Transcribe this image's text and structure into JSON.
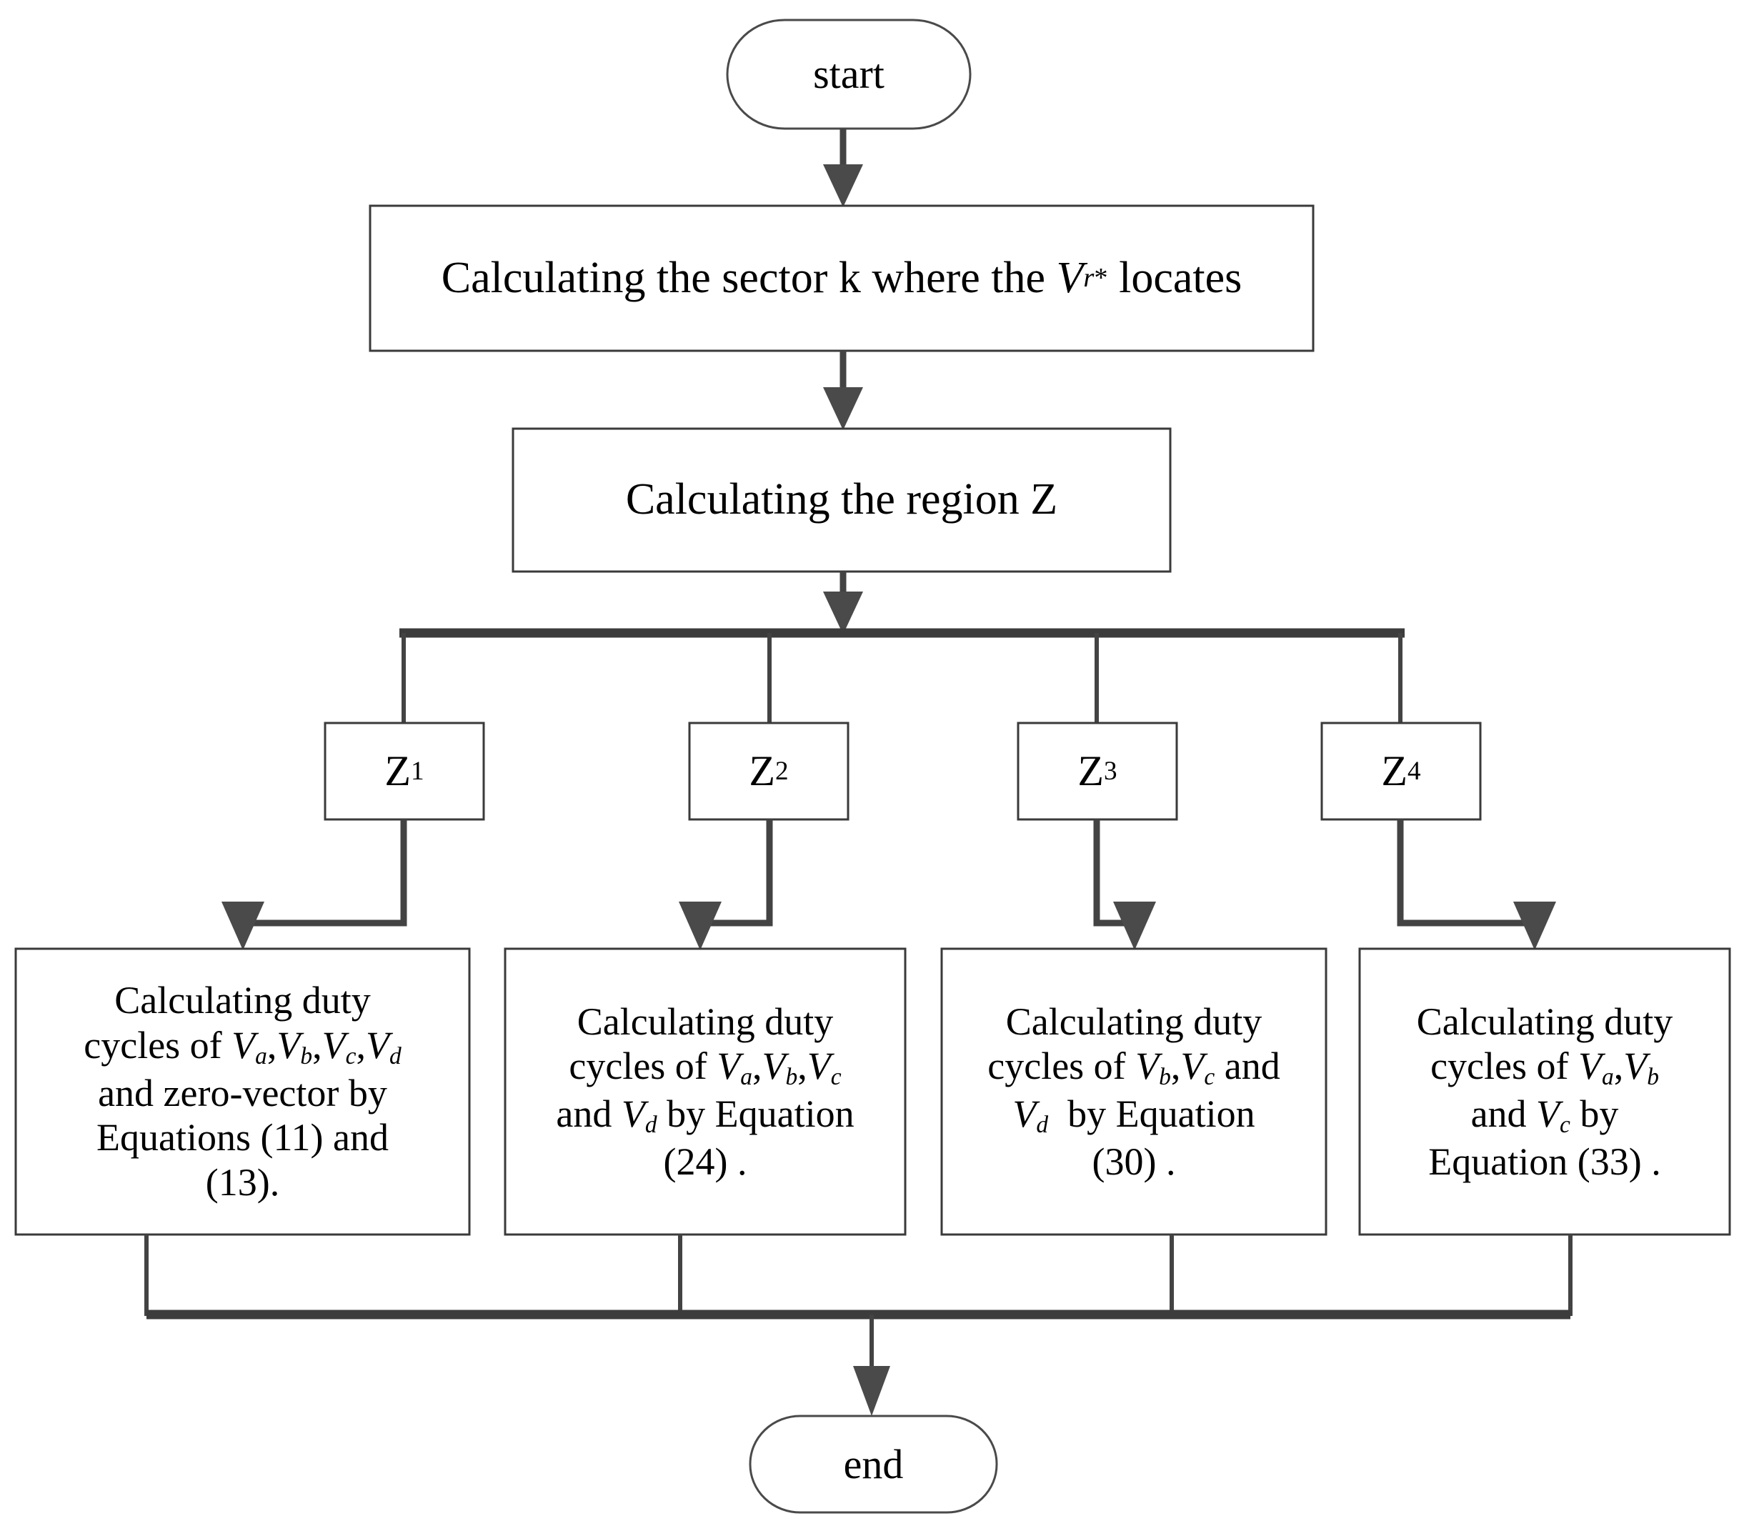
{
  "diagram": {
    "type": "flowchart",
    "title": "SVPWM duty-cycle calculation flowchart",
    "orientation": "top-to-bottom",
    "background_color": "#ffffff",
    "line_color": "#434343",
    "text_color": "#000000"
  },
  "nodes": {
    "start": {
      "shape": "terminator",
      "label": "start"
    },
    "sector": {
      "shape": "process",
      "label_prefix": "Calculating the sector k where the ",
      "label_var": "V",
      "label_sub": "r",
      "label_sup": "*",
      "label_suffix": " locates",
      "label_plain": "Calculating the sector k where the Vr* locates"
    },
    "region": {
      "shape": "process",
      "label": "Calculating the region Z"
    },
    "z1": {
      "shape": "process",
      "label_base": "Z",
      "label_sub": "1",
      "label_plain": "Z1"
    },
    "z2": {
      "shape": "process",
      "label_base": "Z",
      "label_sub": "2",
      "label_plain": "Z2"
    },
    "z3": {
      "shape": "process",
      "label_base": "Z",
      "label_sub": "3",
      "label_plain": "Z3"
    },
    "z4": {
      "shape": "process",
      "label_base": "Z",
      "label_sub": "4",
      "label_plain": "Z4"
    },
    "duty1": {
      "shape": "process",
      "label_plain": "Calculating duty cycles of Va,Vb,Vc,Vd and zero-vector by Equations (11) and (13).",
      "equations": [
        "(11)",
        "(13)"
      ],
      "vectors": [
        "Va",
        "Vb",
        "Vc",
        "Vd"
      ]
    },
    "duty2": {
      "shape": "process",
      "label_plain": "Calculating duty cycles of Va,Vb,Vc and Vd by Equation (24) .",
      "equations": [
        "(24)"
      ],
      "vectors": [
        "Va",
        "Vb",
        "Vc",
        "Vd"
      ]
    },
    "duty3": {
      "shape": "process",
      "label_plain": "Calculating duty cycles of Vb,Vc and Vd  by Equation (30) .",
      "equations": [
        "(30)"
      ],
      "vectors": [
        "Vb",
        "Vc",
        "Vd"
      ]
    },
    "duty4": {
      "shape": "process",
      "label_plain": "Calculating duty cycles of Va,Vb and Vc by Equation (33) .",
      "equations": [
        "(33)"
      ],
      "vectors": [
        "Va",
        "Vb",
        "Vc"
      ]
    },
    "end": {
      "shape": "terminator",
      "label": "end"
    }
  },
  "edges": [
    {
      "from": "start",
      "to": "sector",
      "style": "straight-arrow"
    },
    {
      "from": "sector",
      "to": "region",
      "style": "straight-arrow"
    },
    {
      "from": "region",
      "to": "split-bus",
      "style": "straight-arrow"
    },
    {
      "from": "split-bus",
      "to": "z1",
      "style": "branch"
    },
    {
      "from": "split-bus",
      "to": "z2",
      "style": "branch"
    },
    {
      "from": "split-bus",
      "to": "z3",
      "style": "branch"
    },
    {
      "from": "split-bus",
      "to": "z4",
      "style": "branch"
    },
    {
      "from": "z1",
      "to": "duty1",
      "style": "elbow-left-arrow"
    },
    {
      "from": "z2",
      "to": "duty2",
      "style": "elbow-left-arrow"
    },
    {
      "from": "z3",
      "to": "duty3",
      "style": "elbow-right-arrow"
    },
    {
      "from": "z4",
      "to": "duty4",
      "style": "elbow-right-arrow"
    },
    {
      "from": "duty1",
      "to": "merge-bus",
      "style": "straight"
    },
    {
      "from": "duty2",
      "to": "merge-bus",
      "style": "straight"
    },
    {
      "from": "duty3",
      "to": "merge-bus",
      "style": "straight"
    },
    {
      "from": "duty4",
      "to": "merge-bus",
      "style": "straight"
    },
    {
      "from": "merge-bus",
      "to": "end",
      "style": "straight-arrow"
    }
  ]
}
